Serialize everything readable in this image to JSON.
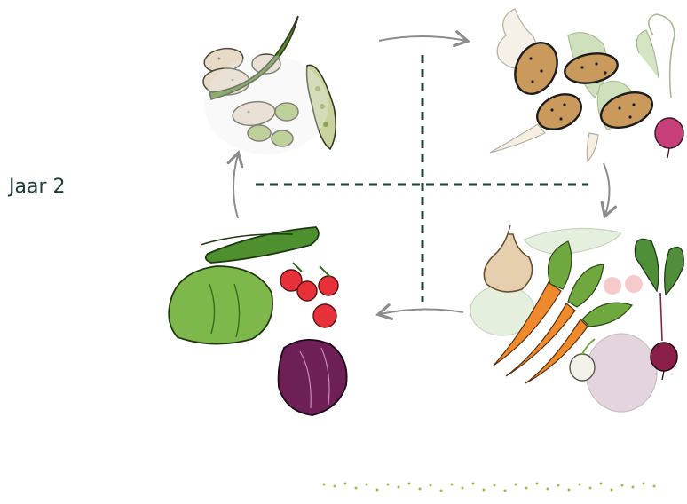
{
  "year_label": "Jaar 2",
  "colors": {
    "divider": "#1f3f3a",
    "arrow": "#8c8c8c",
    "text": "#1c3d3a",
    "dots": "#9bbf4a"
  },
  "quadrants": [
    {
      "position": "top-left",
      "icons": [
        "broad-bean-icon",
        "green-bean-pod-icon",
        "pea-pod-icon"
      ],
      "faded": false
    },
    {
      "position": "top-right",
      "icons": [
        "potato-icon",
        "garlic-icon",
        "beetroot-icon",
        "parsnip-icon"
      ],
      "faded": false
    },
    {
      "position": "bottom-right",
      "icons": [
        "onion-icon",
        "carrot-icon",
        "beetroot-icon",
        "turnip-icon"
      ],
      "faded": true
    },
    {
      "position": "bottom-left",
      "icons": [
        "zucchini-icon",
        "tomato-icon",
        "lettuce-icon",
        "red-cabbage-icon"
      ],
      "faded": false
    }
  ],
  "cycle_direction": "clockwise"
}
